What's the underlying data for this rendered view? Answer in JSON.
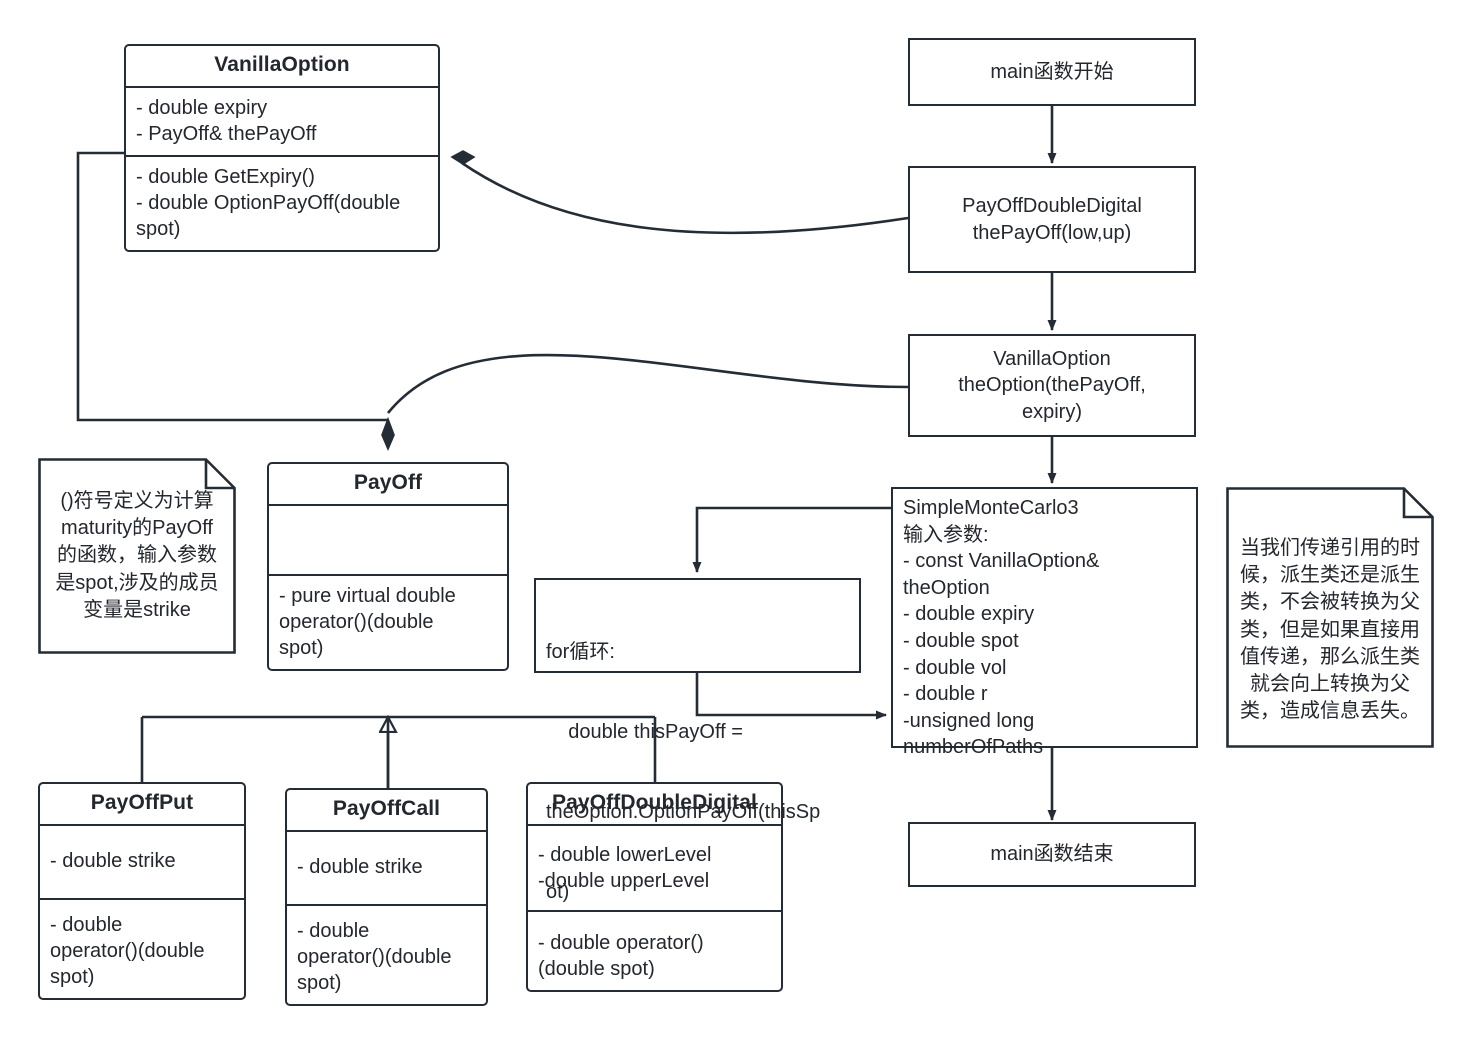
{
  "diagram": {
    "title": "VanillaOption / PayOff UML class diagram with main() flowchart",
    "stroke_color": "#242c36",
    "background_color": "#ffffff"
  },
  "classes": {
    "vanilla_option": {
      "name": "VanillaOption",
      "attributes": [
        "- double expiry",
        "- PayOff& thePayOff"
      ],
      "operations": [
        "- double GetExpiry()",
        "- double OptionPayOff(double",
        "spot)"
      ]
    },
    "payoff": {
      "name": "PayOff",
      "attributes": [],
      "operations": [
        "- pure virtual double",
        "operator()(double",
        "spot)"
      ]
    },
    "payoff_put": {
      "name": "PayOffPut",
      "attributes": [
        "- double strike"
      ],
      "operations": [
        "-  double",
        "operator()(double",
        "spot)"
      ]
    },
    "payoff_call": {
      "name": "PayOffCall",
      "attributes": [
        "- double strike"
      ],
      "operations": [
        "-  double",
        "operator()(double",
        "spot)"
      ]
    },
    "payoff_double_digital": {
      "name": "PayOffDoubleDigital",
      "attributes": [
        "- double lowerLevel",
        "-double upperLevel"
      ],
      "operations": [
        "-  double operator()",
        "(double spot)"
      ]
    }
  },
  "flow": {
    "main_start": [
      "main函数开始"
    ],
    "create_payoff": [
      "PayOffDoubleDigital",
      "thePayOff(low,up)"
    ],
    "create_option": [
      "VanillaOption",
      "theOption(thePayOff,",
      "expiry)"
    ],
    "monte_carlo": [
      "SimpleMonteCarlo3",
      "输入参数:",
      "- const VanillaOption&",
      "theOption",
      "- double expiry",
      "- double spot",
      "- double vol",
      "- double r",
      "-unsigned long",
      "numberOfPaths"
    ],
    "for_loop": [
      "for循环:",
      "    double thisPayOff =",
      "theOption.OptionPayOff(thisSp",
      "ot)"
    ],
    "main_end": [
      "main函数结束"
    ]
  },
  "notes": {
    "left": [
      "()符号定义为计算",
      "maturity的PayOff",
      "的函数，输入参数",
      "是spot,涉及的成员",
      "变量是strike"
    ],
    "right": [
      "当我们传递引用的时",
      "候，派生类还是派生",
      "类，不会被转换为父",
      "类，但是如果直接用",
      "值传递，那么派生类",
      "就会向上转换为父",
      "类，造成信息丢失。"
    ]
  },
  "relationships": [
    {
      "type": "composition",
      "from": "payoff_double_digital_instance",
      "to": "vanilla_option",
      "marker": "filled-diamond"
    },
    {
      "type": "composition",
      "from": "vanilla_option_instance",
      "to": "payoff",
      "marker": "filled-diamond"
    },
    {
      "type": "inheritance",
      "from": "payoff_put",
      "to": "payoff",
      "marker": "hollow-triangle"
    },
    {
      "type": "inheritance",
      "from": "payoff_call",
      "to": "payoff",
      "marker": "hollow-triangle"
    },
    {
      "type": "inheritance",
      "from": "payoff_double_digital",
      "to": "payoff",
      "marker": "hollow-triangle"
    }
  ]
}
